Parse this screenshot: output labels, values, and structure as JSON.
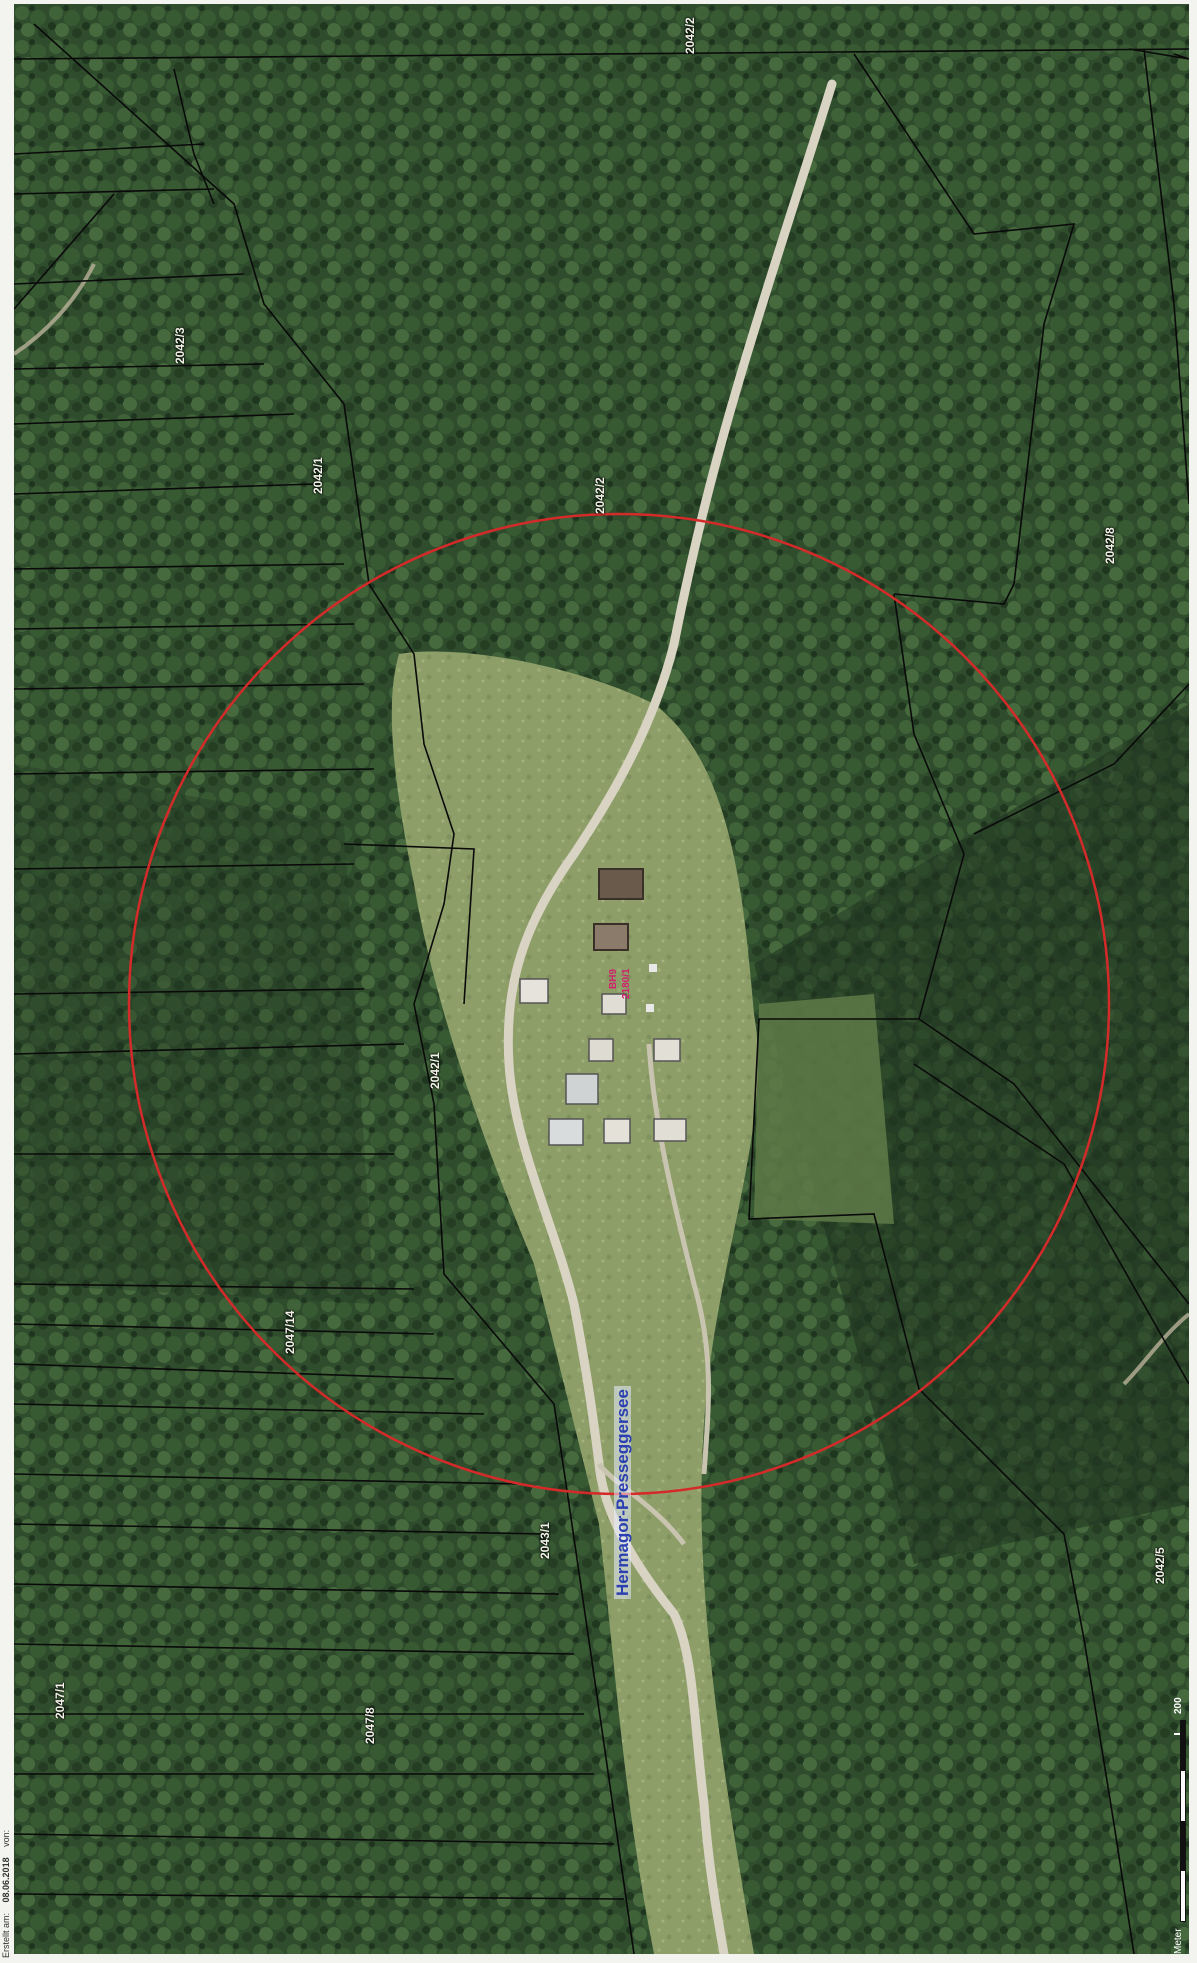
{
  "map": {
    "place_name": "Hermagor-Presseggersee",
    "poi_label_1": "BH9",
    "poi_label_2": "2180/1",
    "buffer_color": "#d42a2a",
    "road_color": "#d8d3c2",
    "parcel_line_color": "#0a0a0a",
    "forest_color": "#2e4a2c",
    "meadow_color": "#8d9d68"
  },
  "parcels": [
    {
      "id": "p1",
      "label": "2042/3"
    },
    {
      "id": "p2",
      "label": "2042/2"
    },
    {
      "id": "p3",
      "label": "2042/1"
    },
    {
      "id": "p4",
      "label": "2042/2"
    },
    {
      "id": "p5",
      "label": "2042/8"
    },
    {
      "id": "p6",
      "label": "2042/1"
    },
    {
      "id": "p7",
      "label": "2047/14"
    },
    {
      "id": "p8",
      "label": "2043/1"
    },
    {
      "id": "p9",
      "label": "2047/1"
    },
    {
      "id": "p10",
      "label": "2047/8"
    },
    {
      "id": "p11",
      "label": "2042/5"
    }
  ],
  "footer": {
    "created_label": "Erstellt am:",
    "created_date": "08.06.2018",
    "created_by": "von:"
  },
  "scale": {
    "label": "200",
    "unit_label": "Meter"
  }
}
